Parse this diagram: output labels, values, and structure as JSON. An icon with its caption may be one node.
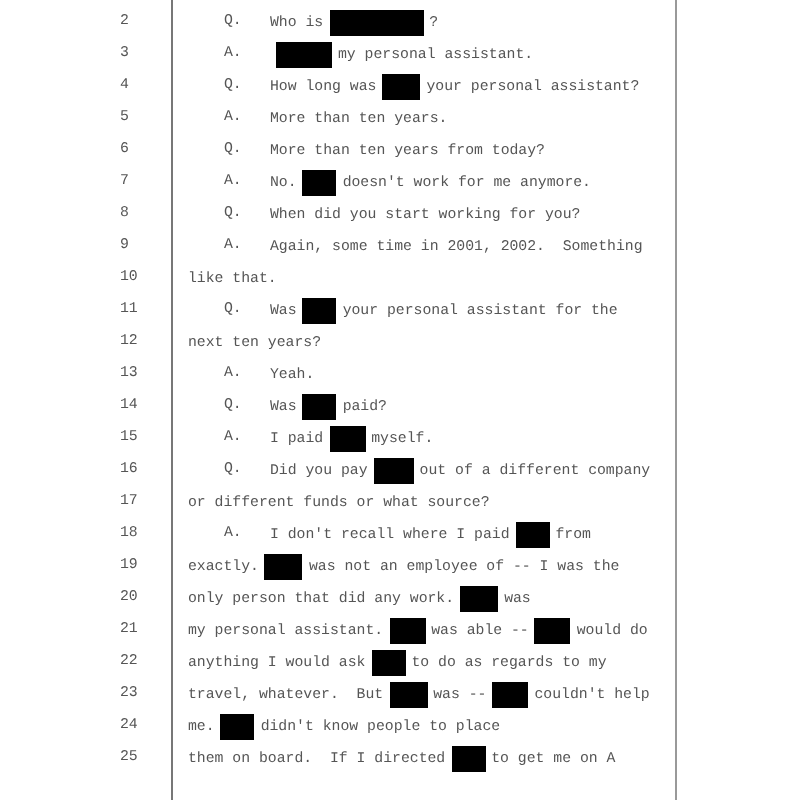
{
  "diagram": {
    "labels": [
      "2",
      "Q.",
      "Who is",
      "?",
      "3",
      "A.",
      "my personal assistant.",
      "4",
      "Q.",
      "How long was",
      "your personal assistant?",
      "5",
      "A.",
      "More than ten years.",
      "6",
      "Q.",
      "More than ten years from today?",
      "7",
      "A.",
      "No.",
      "doesn't work for me anymore.",
      "8",
      "Q.",
      "When did you start working for you?",
      "9",
      "A.",
      "Again, some time in 2001, 2002.  Something",
      "10",
      "like that.",
      "11",
      "Q.",
      "Was",
      "your personal assistant for the",
      "12",
      "next ten years?",
      "13",
      "A.",
      "Yeah.",
      "14",
      "Q.",
      "Was",
      "paid?",
      "15",
      "A.",
      "I paid",
      "myself.",
      "16",
      "Q.",
      "Did you pay",
      "out of a different company",
      "17",
      "or different funds or what source?",
      "18",
      "A.",
      "I don't recall where I paid",
      "from",
      "19",
      "exactly.",
      "was not an employee of -- I was the",
      "20",
      "only person that did any work.",
      "was",
      "21",
      "my personal assistant.",
      "was able --",
      "would do",
      "22",
      "anything I would ask",
      "to do as regards to my",
      "23",
      "travel, whatever.  But",
      "was --",
      "couldn't help",
      "24",
      "me.",
      "didn't know people to place",
      "25",
      "them on board.  If I directed",
      "to get me on A"
    ]
  }
}
